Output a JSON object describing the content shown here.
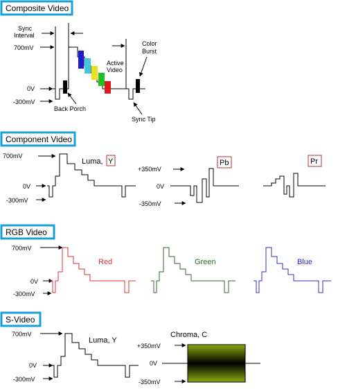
{
  "colors": {
    "title_border": "#1aa0d8",
    "black": "#000000",
    "red": "#e03030",
    "green": "#2a6a2a",
    "blue": "#2a2ad0",
    "box_red": "#b03030",
    "chroma_green": "#7a9a10"
  },
  "sections": {
    "composite": {
      "title": "Composite Video",
      "sync_interval": [
        "Sync",
        "Interval"
      ],
      "v700": "700mV",
      "v0": "0V",
      "vneg300": "-300mV",
      "back_porch": "Back Porch",
      "active_video": [
        "Active",
        "Video"
      ],
      "color_burst": [
        "Color",
        "Burst"
      ],
      "sync_tip": "Sync Tip"
    },
    "component": {
      "title": "Component Video",
      "v700": "700mV",
      "v0": "0V",
      "vneg300": "-300mV",
      "luma": "Luma,",
      "luma_box": "Y",
      "vpos350": "+350mV",
      "v0b": "0V",
      "vneg350": "-350mV",
      "pb": "Pb",
      "pr": "Pr"
    },
    "rgb": {
      "title": "RGB Video",
      "v700": "700mV",
      "v0": "0V",
      "vneg300": "-300mV",
      "red": "Red",
      "green": "Green",
      "blue": "Blue"
    },
    "svideo": {
      "title": "S-Video",
      "v700": "700mV",
      "v0": "0V",
      "vneg300": "-300mV",
      "luma": "Luma, Y",
      "chroma": "Chroma, C",
      "vpos350": "+350mV",
      "v0b": "0V",
      "vneg350": "-350mV"
    }
  }
}
